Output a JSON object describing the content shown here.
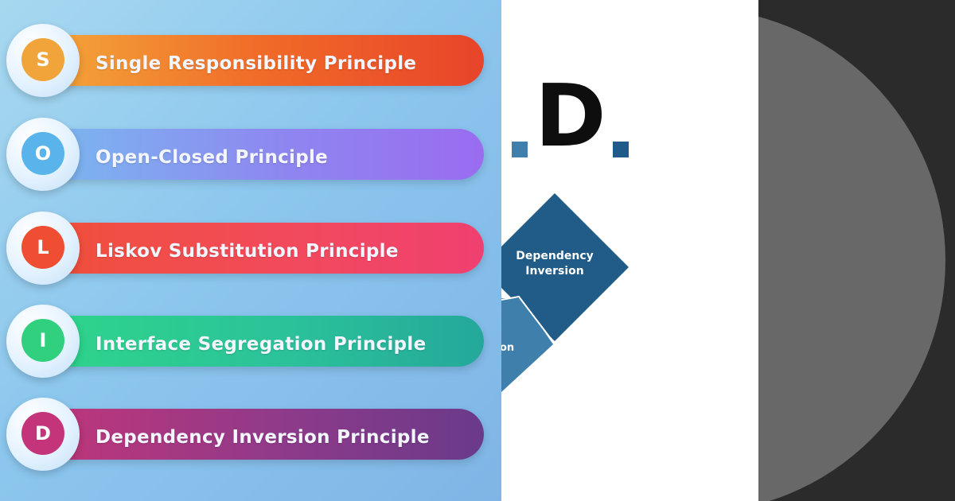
{
  "principles": [
    {
      "letter": "S",
      "label": "Single Responsibility Principle"
    },
    {
      "letter": "O",
      "label": "Open-Closed Principle"
    },
    {
      "letter": "L",
      "label": "Liskov Substitution Principle"
    },
    {
      "letter": "I",
      "label": "Interface Segregation Principle"
    },
    {
      "letter": "D",
      "label": "Dependency Inversion Principle"
    }
  ],
  "middle": {
    "big_letter": "D",
    "diamond_text_line1": "Dependency",
    "diamond_text_line2": "Inversion",
    "partial_text": "on"
  },
  "colors": {
    "diamond_dark": "#215b87",
    "diamond_light": "#3f7fac",
    "dot_left": "#3e7fae",
    "dot_right": "#1f5a8a"
  }
}
